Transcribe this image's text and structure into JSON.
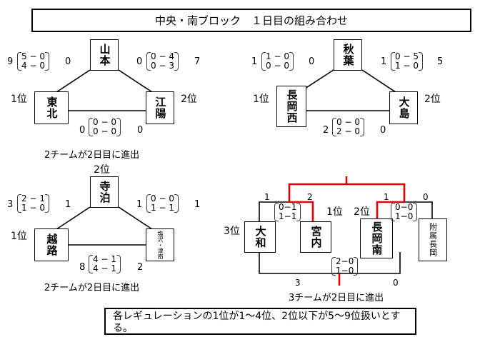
{
  "title": "中央・南ブロック　１日目の組み合わせ",
  "group1": {
    "team_top": "山本",
    "team_left": "東北",
    "team_right": "江陽",
    "rank_left": "1位",
    "rank_right": "2位",
    "score_left_outer": "9",
    "score_left_sets": [
      "5 − 0",
      "4 − 0"
    ],
    "score_left_inner": "0",
    "score_right_inner": "0",
    "score_right_sets": [
      "0 − 4",
      "0 − 3"
    ],
    "score_right_outer": "7",
    "score_bottom_left": "0",
    "score_bottom_sets": [
      "0 − 0",
      "0 − 0"
    ],
    "score_bottom_right": "0",
    "note": "2チームが2日目に進出"
  },
  "group2": {
    "team_top": "秋葉",
    "team_left": "長岡西",
    "team_right": "大島",
    "rank_left": "1位",
    "rank_right": "2位",
    "score_left_outer": "1",
    "score_left_sets": [
      "1 − 0",
      "0 − 0"
    ],
    "score_left_inner": "0",
    "score_right_inner": "1",
    "score_right_sets": [
      "0 − 5",
      "1 − 0"
    ],
    "score_right_outer": "5",
    "score_bottom_left": "2",
    "score_bottom_sets": [
      "0 − 0",
      "2 − 0"
    ],
    "score_bottom_right": "0"
  },
  "group3": {
    "team_top": "寺泊",
    "team_left": "越路",
    "team_right": "塩沢・津南",
    "rank_top": "2位",
    "rank_left": "1位",
    "score_left_outer": "3",
    "score_left_sets": [
      "2 − 1",
      "1 − 0"
    ],
    "score_left_inner": "1",
    "score_right_inner": "1",
    "score_right_sets": [
      "0 − 0",
      "1 − 1"
    ],
    "score_right_outer": "1",
    "score_bottom_left": "8",
    "score_bottom_sets": [
      "4 − 1",
      "4 − 1"
    ],
    "score_bottom_right": "2",
    "note": "2チームが2日目に進出"
  },
  "group4": {
    "teams": [
      "大和",
      "宮内",
      "長岡南",
      "附属長岡"
    ],
    "rank_1": "3位",
    "rank_2": "1位",
    "rank_3": "2位",
    "score_a_left": "1",
    "score_a_right": "2",
    "score_a_sets": [
      "0−1",
      "1−1"
    ],
    "score_b_left": "1",
    "score_b_right": "0",
    "score_b_sets": [
      "0−0",
      "1−0"
    ],
    "score_c_left": "3",
    "score_c_right": "0",
    "score_c_sets": [
      "2−0",
      "1−0"
    ],
    "note": "3チームが2日目に進出"
  },
  "footer": "各レギュレーションの1位が1～4位、2位以下が5～9位扱いとする。"
}
